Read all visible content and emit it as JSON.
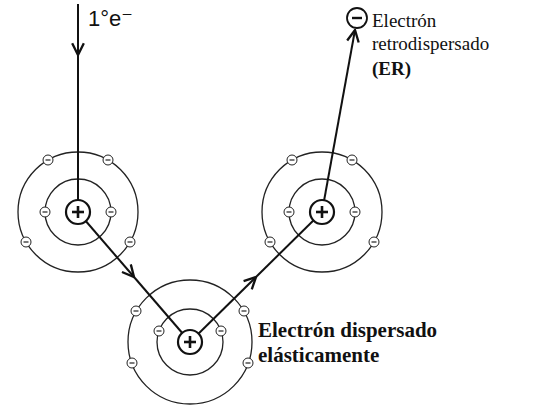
{
  "diagram": {
    "labels": [
      "1°e⁻",
      "Electrón retrodispersado",
      "(ER)",
      "Electrón dispersado elásticamente"
    ]
  }
}
